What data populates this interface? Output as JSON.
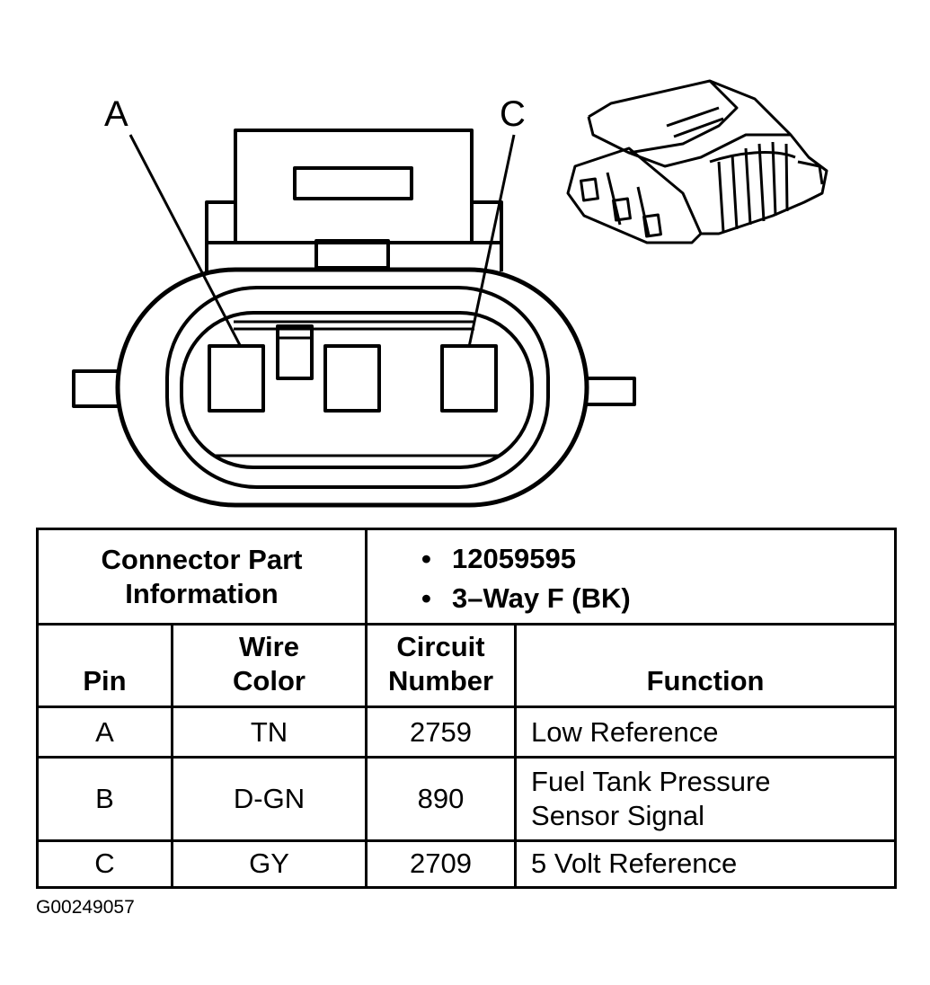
{
  "diagram": {
    "pin_label_a": "A",
    "pin_label_c": "C"
  },
  "table": {
    "part_info_label_line1": "Connector Part",
    "part_info_label_line2": "Information",
    "part_info_values": [
      "12059595",
      "3–Way F (BK)"
    ],
    "headers": {
      "pin": "Pin",
      "wire_color_line1": "Wire",
      "wire_color_line2": "Color",
      "circuit_line1": "Circuit",
      "circuit_line2": "Number",
      "function": "Function"
    },
    "rows": [
      {
        "pin": "A",
        "wire_color": "TN",
        "circuit": "2759",
        "function_line1": "Low Reference",
        "function_line2": ""
      },
      {
        "pin": "B",
        "wire_color": "D-GN",
        "circuit": "890",
        "function_line1": "Fuel Tank Pressure",
        "function_line2": "Sensor Signal"
      },
      {
        "pin": "C",
        "wire_color": "GY",
        "circuit": "2709",
        "function_line1": "5 Volt Reference",
        "function_line2": ""
      }
    ]
  },
  "figure_id": "G00249057"
}
